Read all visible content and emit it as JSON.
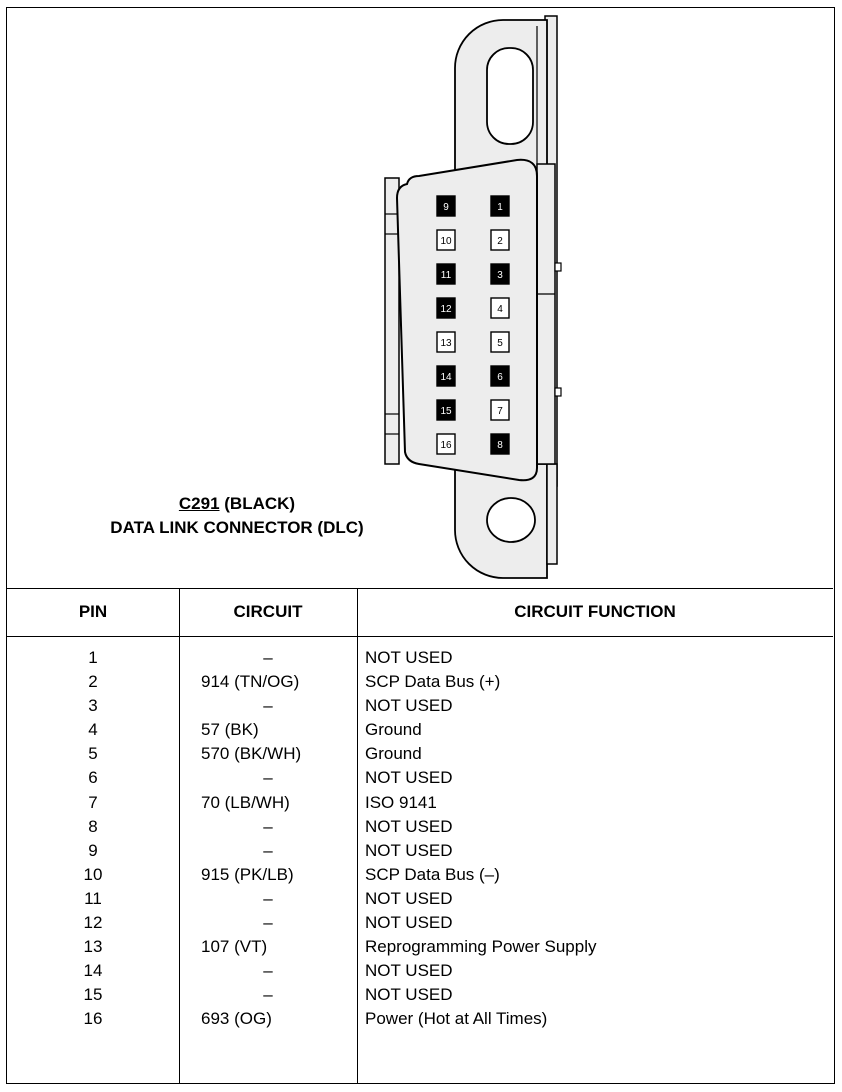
{
  "connector": {
    "id": "C291",
    "color_label": "(BLACK)",
    "name": "DATA LINK CONNECTOR (DLC)",
    "pin_fill_dark": "#000000",
    "pin_fill_light": "#ffffff",
    "body_color": "#ededed",
    "left_column_pins": [
      {
        "label": "9",
        "filled": true
      },
      {
        "label": "10",
        "filled": false
      },
      {
        "label": "11",
        "filled": true
      },
      {
        "label": "12",
        "filled": true
      },
      {
        "label": "13",
        "filled": false
      },
      {
        "label": "14",
        "filled": true
      },
      {
        "label": "15",
        "filled": true
      },
      {
        "label": "16",
        "filled": false
      }
    ],
    "right_column_pins": [
      {
        "label": "1",
        "filled": true
      },
      {
        "label": "2",
        "filled": false
      },
      {
        "label": "3",
        "filled": true
      },
      {
        "label": "4",
        "filled": false
      },
      {
        "label": "5",
        "filled": false
      },
      {
        "label": "6",
        "filled": true
      },
      {
        "label": "7",
        "filled": false
      },
      {
        "label": "8",
        "filled": true
      }
    ]
  },
  "table": {
    "headers": {
      "pin": "PIN",
      "circuit": "CIRCUIT",
      "function": "CIRCUIT FUNCTION"
    },
    "rows": [
      {
        "pin": "1",
        "circuit": "–",
        "function": "NOT USED"
      },
      {
        "pin": "2",
        "circuit": "914 (TN/OG)",
        "function": "SCP Data Bus (+)"
      },
      {
        "pin": "3",
        "circuit": "–",
        "function": "NOT USED"
      },
      {
        "pin": "4",
        "circuit": "57 (BK)",
        "function": "Ground"
      },
      {
        "pin": "5",
        "circuit": "570 (BK/WH)",
        "function": "Ground"
      },
      {
        "pin": "6",
        "circuit": "–",
        "function": "NOT USED"
      },
      {
        "pin": "7",
        "circuit": "70 (LB/WH)",
        "function": "ISO 9141"
      },
      {
        "pin": "8",
        "circuit": "–",
        "function": "NOT USED"
      },
      {
        "pin": "9",
        "circuit": "–",
        "function": "NOT USED"
      },
      {
        "pin": "10",
        "circuit": "915 (PK/LB)",
        "function": "SCP Data Bus (–)"
      },
      {
        "pin": "11",
        "circuit": "–",
        "function": "NOT USED"
      },
      {
        "pin": "12",
        "circuit": "–",
        "function": "NOT USED"
      },
      {
        "pin": "13",
        "circuit": "107 (VT)",
        "function": "Reprogramming Power Supply"
      },
      {
        "pin": "14",
        "circuit": "–",
        "function": "NOT USED"
      },
      {
        "pin": "15",
        "circuit": "–",
        "function": "NOT USED"
      },
      {
        "pin": "16",
        "circuit": "693 (OG)",
        "function": "Power (Hot at All Times)"
      }
    ]
  }
}
